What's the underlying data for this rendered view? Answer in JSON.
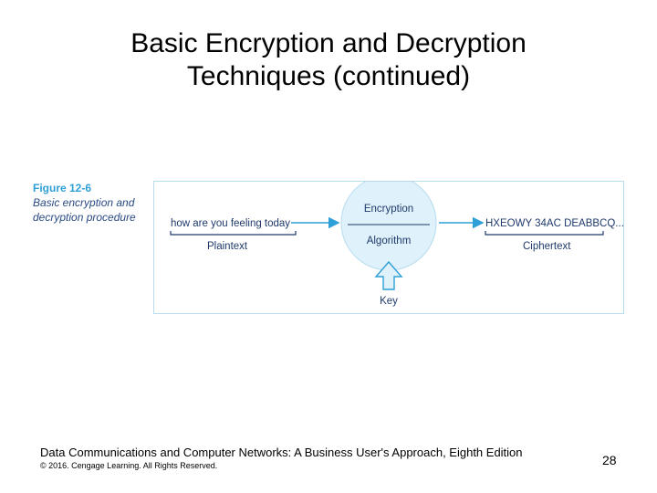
{
  "slide": {
    "title_line1": "Basic Encryption and Decryption",
    "title_line2": "Techniques (continued)"
  },
  "figure": {
    "number": "Figure 12-6",
    "caption_line1": "Basic encryption and",
    "caption_line2": "decryption procedure",
    "plaintext_example": "how are you feeling today",
    "plaintext_label": "Plaintext",
    "encryption_label": "Encryption",
    "algorithm_label": "Algorithm",
    "key_label": "Key",
    "ciphertext_example": "HXEOWY 34AC DEABBCQ...",
    "ciphertext_label": "Ciphertext",
    "colors": {
      "panel_border": "#b5dcef",
      "arrow": "#2f9fd7",
      "text": "#1f3a6b",
      "circle_fill": "#dff1fa",
      "figure_number": "#2f9fd7"
    }
  },
  "footer": {
    "book_title": "Data Communications and Computer Networks: A Business User's Approach, Eighth Edition",
    "copyright": "© 2016. Cengage Learning. All Rights Reserved.",
    "page_number": "28"
  }
}
